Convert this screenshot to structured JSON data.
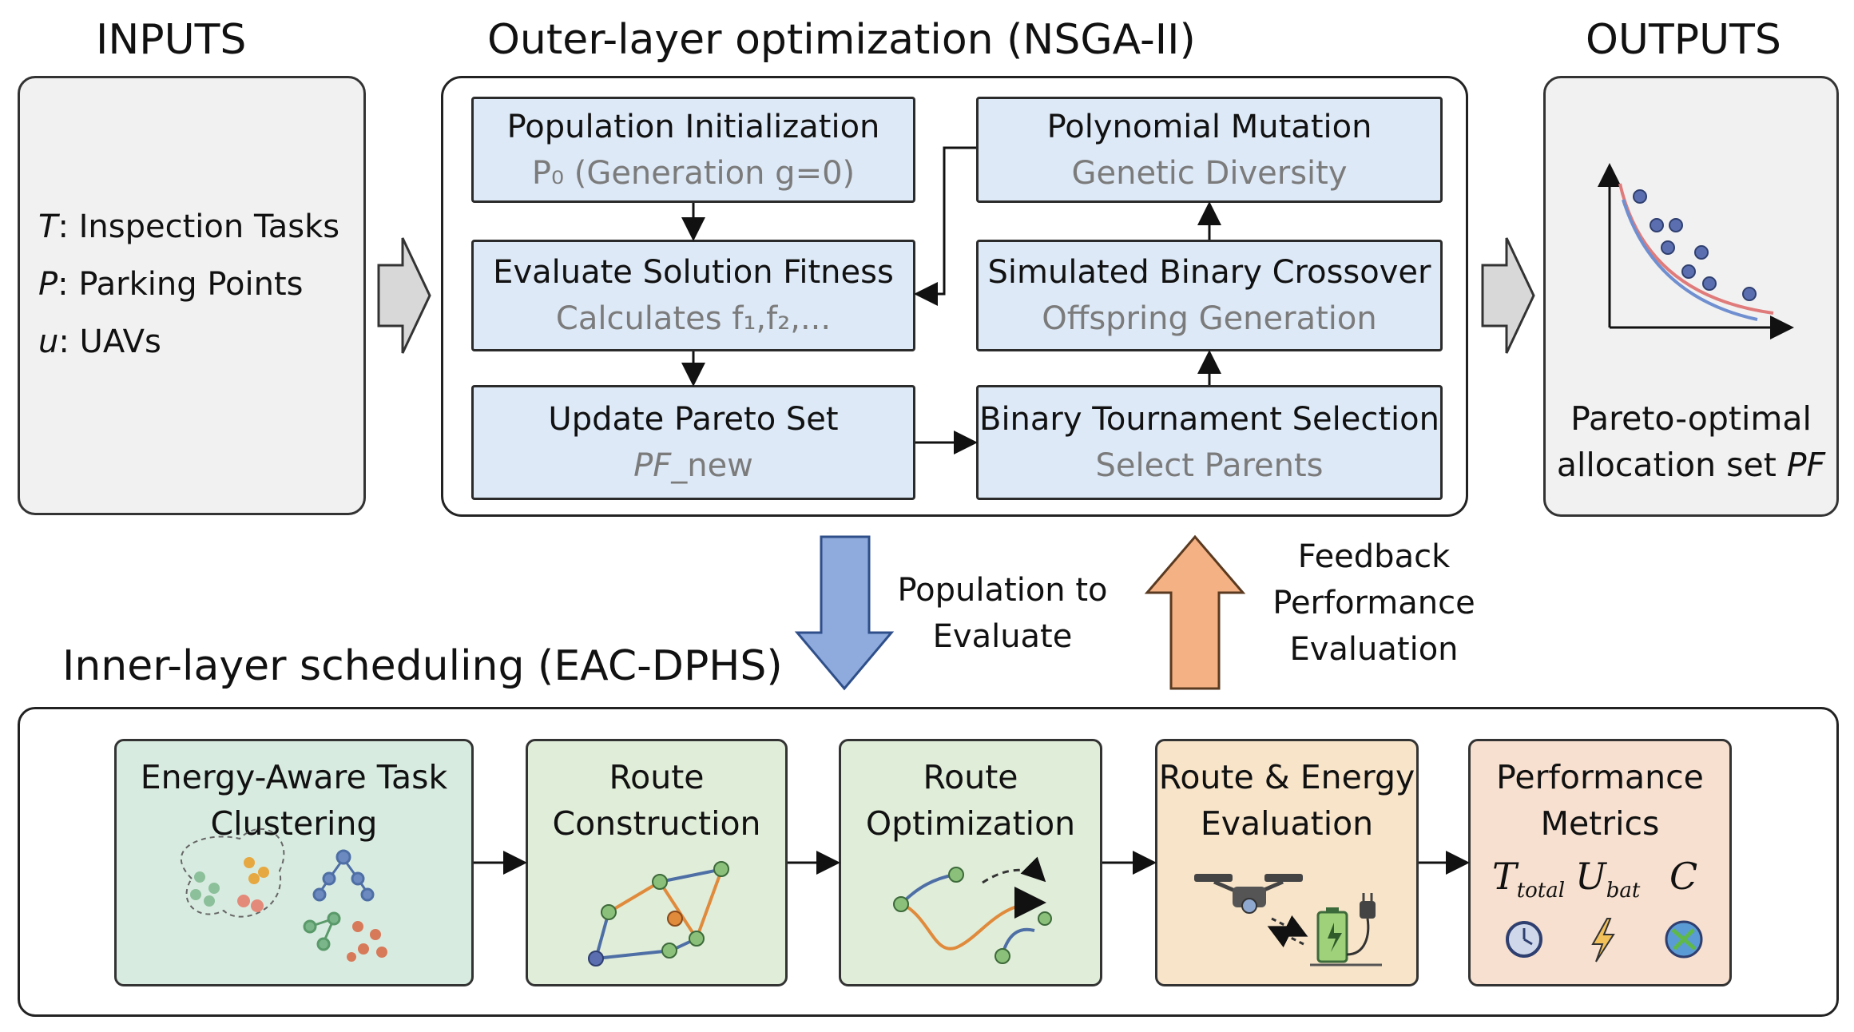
{
  "titles": {
    "inputs": "INPUTS",
    "outer": "Outer-layer optimization (NSGA-II)",
    "outputs": "OUTPUTS",
    "inner": "Inner-layer scheduling (EAC-DPHS)"
  },
  "inputs": {
    "items": [
      {
        "var": "T",
        "text": ": Inspection Tasks"
      },
      {
        "var": "P",
        "text": ": Parking Points"
      },
      {
        "var": "u",
        "text": ": UAVs"
      }
    ]
  },
  "outer_boxes": {
    "pop_init": {
      "title": "Population Initialization",
      "sub": "P₀ (Generation g=0)"
    },
    "evaluate": {
      "title": "Evaluate Solution Fitness",
      "sub": "Calculates f₁,f₂,..."
    },
    "update": {
      "title": "Update Pareto Set",
      "sub_italic": "PF",
      "sub_rest": "_new"
    },
    "mutation": {
      "title": "Polynomial Mutation",
      "sub": "Genetic Diversity"
    },
    "crossover": {
      "title": "Simulated Binary Crossover",
      "sub": "Offspring Generation"
    },
    "tournament": {
      "title": "Binary Tournament Selection",
      "sub": "Select Parents"
    }
  },
  "outputs": {
    "line1": "Pareto-optimal",
    "line2": "allocation set ",
    "line2_italic": "PF"
  },
  "links": {
    "population_line1": "Population to",
    "population_line2": "Evaluate",
    "feedback_line1": "Feedback",
    "feedback_line2": "Performance",
    "feedback_line3": "Evaluation"
  },
  "inner_steps": [
    {
      "line1": "Energy-Aware Task",
      "line2": "Clustering",
      "color": "#d8ebe0"
    },
    {
      "line1": "Route",
      "line2": "Construction",
      "color": "#e0edd9"
    },
    {
      "line1": "Route",
      "line2": "Optimization",
      "color": "#e0edd9"
    },
    {
      "line1": "Route & Energy",
      "line2": "Evaluation",
      "color": "#f7e4c9"
    },
    {
      "line1": "Performance",
      "line2": "Metrics",
      "color": "#f7e0cf"
    }
  ],
  "metrics": {
    "t_main": "T",
    "t_sub": "total",
    "u_main": "U",
    "u_sub": "bat",
    "c_main": "C"
  },
  "colors": {
    "box_blue": "#dde9f7",
    "down_arrow": "#8faadc",
    "up_arrow": "#f4b183",
    "grey_panel": "#f1f1f1"
  }
}
